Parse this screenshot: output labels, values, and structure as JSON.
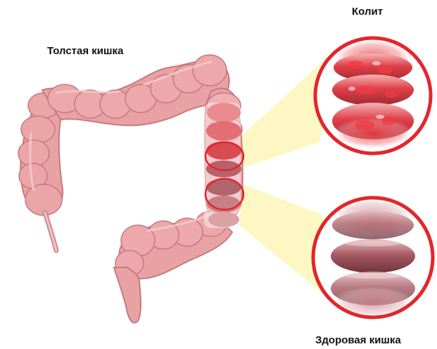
{
  "labels": {
    "colon": "Толстая кишка",
    "colitis": "Колит",
    "healthy": "Здоровая кишка"
  },
  "colors": {
    "intestine_fill": "#e9a2a4",
    "intestine_shadow": "#c77a7f",
    "intestine_highlight": "#f6cccd",
    "zoom_beam": "#fbf6b8",
    "callout_ring": "#e3262b",
    "inflamed_tissue": "#e0434b",
    "healthy_tissue": "#b2636c"
  },
  "icons": {
    "colitis_view": "inflamed-segment-magnified",
    "healthy_view": "healthy-segment-magnified"
  }
}
